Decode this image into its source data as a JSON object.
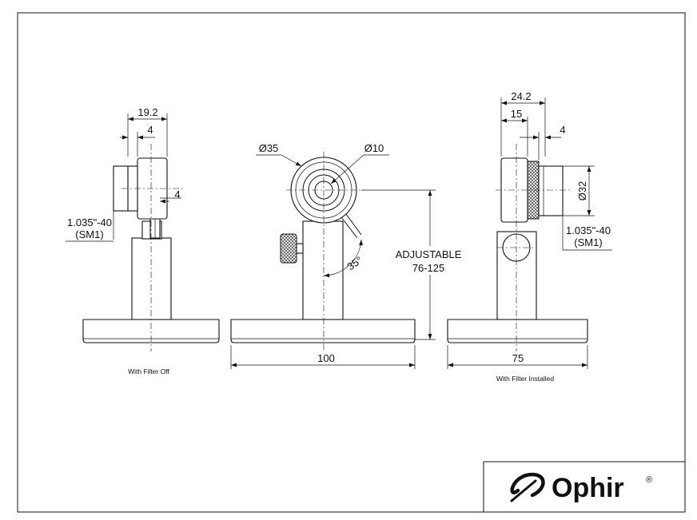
{
  "views": {
    "left": {
      "dim_overall_width": "19.2",
      "dim_bezel_top": "4",
      "dim_bezel_side": "4",
      "thread_line1": "1.035\"-40",
      "thread_line2": "(SM1)",
      "caption": "With Filter Off"
    },
    "center": {
      "dia_outer": "Ø35",
      "dia_inner": "Ø10",
      "tilt_angle": "35°",
      "height_line1": "ADJUSTABLE",
      "height_line2": "76-125",
      "base_width": "100"
    },
    "right": {
      "dim_overall_width": "24.2",
      "dim_body_width": "15",
      "dim_filter_width": "4",
      "dim_filter_diameter": "Ø32",
      "thread_line1": "1.035\"-40",
      "thread_line2": "(SM1)",
      "base_width": "75",
      "caption": "With Filter Installed"
    }
  },
  "logo": {
    "brand": "Ophir",
    "registered_mark": "®"
  }
}
